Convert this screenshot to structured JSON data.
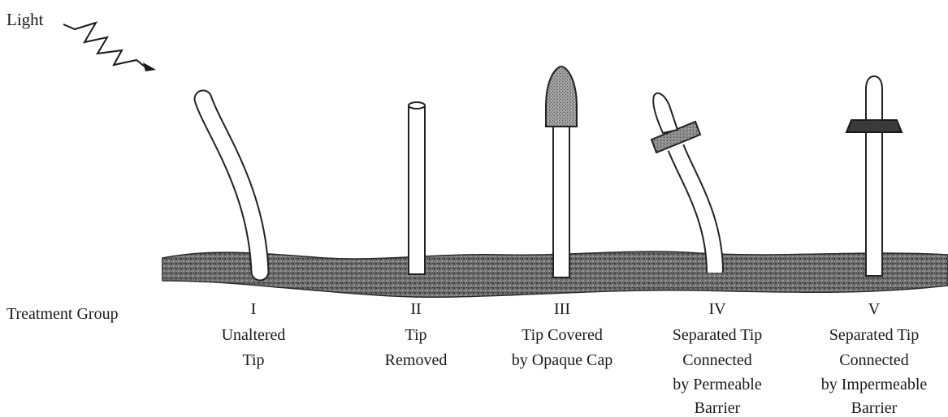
{
  "light_label": "Light",
  "row_label": "Treatment Group",
  "groups": [
    {
      "numeral": "I",
      "lines": [
        "Unaltered",
        "Tip"
      ]
    },
    {
      "numeral": "II",
      "lines": [
        "Tip",
        "Removed"
      ]
    },
    {
      "numeral": "III",
      "lines": [
        "Tip Covered",
        "by Opaque Cap"
      ]
    },
    {
      "numeral": "IV",
      "lines": [
        "Separated Tip",
        "Connected",
        "by Permeable",
        "Barrier"
      ]
    },
    {
      "numeral": "V",
      "lines": [
        "Separated Tip",
        "Connected",
        "by Impermeable",
        "Barrier"
      ]
    }
  ]
}
